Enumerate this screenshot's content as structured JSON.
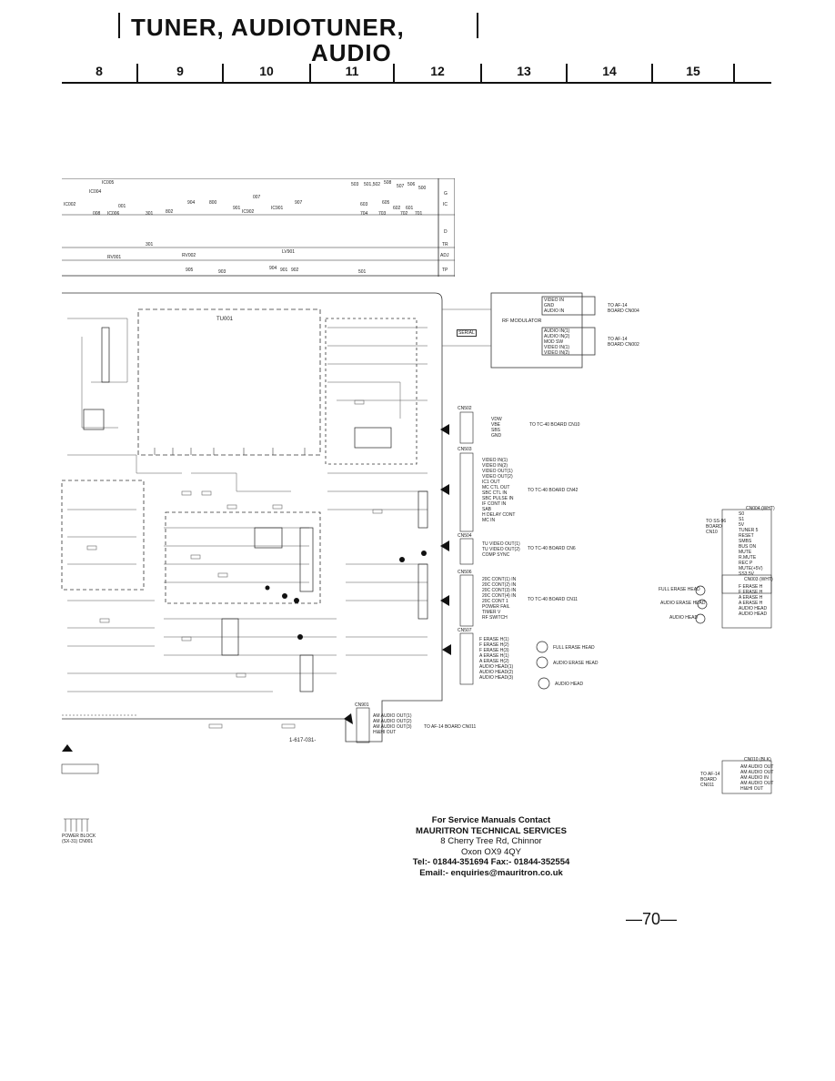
{
  "header": {
    "title_left": "TUNER, AUDIO",
    "title_right": "TUNER, AUDIO",
    "grid_columns": [
      "8",
      "9",
      "10",
      "11",
      "12",
      "13",
      "14",
      "15"
    ]
  },
  "parts_index": {
    "row_labels": [
      "G",
      "IC",
      "D",
      "TR",
      "ADJ",
      "TP"
    ],
    "refs_row_g": [
      "IC005",
      "IC004",
      "503",
      "501,502",
      "508",
      "507",
      "506",
      "500"
    ],
    "refs_row_ic": [
      "IC002",
      "001",
      "904",
      "800",
      "007",
      "907",
      "603",
      "605",
      "602",
      "601"
    ],
    "refs_row_d": [
      "008",
      "IC006",
      "301",
      "802",
      "901",
      "IC902",
      "IC901",
      "704",
      "703",
      "702",
      "701"
    ],
    "refs_row_tr": [
      "301",
      "RV002",
      "LV901",
      "RV001"
    ],
    "refs_row_tp": [
      "905",
      "903",
      "904",
      "901",
      "902",
      "501"
    ]
  },
  "schematic": {
    "tuner_label": "TU001",
    "rf_modulator": {
      "title": "RF MODULATOR",
      "pins_top": [
        "VIDEO IN",
        "GND",
        "AUDIO IN"
      ],
      "pins_bottom": [
        "AUDIO IN(1)",
        "AUDIO IN(2)",
        "MOD SW",
        "VIDEO IN(1)",
        "VIDEO IN(2)"
      ],
      "to_top": "TO AF-14 BOARD CN004",
      "to_bottom": "TO AF-14 BOARD CN002",
      "serial_label": "SERIAL"
    },
    "connectors_middle": [
      {
        "name": "CN502",
        "pins": [
          "VDW",
          "VBE",
          "SBS",
          "GND"
        ],
        "to": "TO TC-40 BOARD CN10"
      },
      {
        "name": "CN503",
        "pins": [
          "VIDEO IN(1)",
          "VIDEO IN(2)",
          "VIDEO OUT(1)",
          "VIDEO OUT(2)",
          "IC1 OUT",
          "MC CTL OUT",
          "SBC CTL IN",
          "SBC PULSE IN",
          "IF CONT IN",
          "SAB",
          "H DELAY CONT",
          "MC IN"
        ],
        "to": "TO TC-40 BOARD CN42"
      },
      {
        "name": "CN504",
        "pins": [
          "TU VIDEO OUT(1)",
          "TU VIDEO OUT(2)",
          "COMP SYNC"
        ],
        "to": "TO TC-40 BOARD CN6"
      },
      {
        "name": "CN506",
        "pins": [
          "20C CONT(1) IN",
          "20C CONT(2) IN",
          "20C CONT(3) IN",
          "20C CONT(4) IN",
          "20C CONT 1",
          "POWER FAIL",
          "TIMER V",
          "RF SWITCH"
        ],
        "to": "TO TC-40 BOARD CN11"
      },
      {
        "name": "CN507",
        "pins": [
          "F ERASE H(1)",
          "F ERASE H(2)",
          "F ERASE H(3)",
          "A ERASE H(1)",
          "A ERASE H(2)",
          "AUDIO HEAD(1)",
          "AUDIO HEAD(2)",
          "AUDIO HEAD(3)"
        ],
        "to": ""
      },
      {
        "name": "CN901",
        "pins": [
          "AM AUDIO OUT(1)",
          "AM AUDIO OUT(2)",
          "AM AUDIO OUT(3)",
          "HI&HI OUT"
        ],
        "to": "TO AF-14 BOARD CN011"
      }
    ],
    "heads": [
      "FULL ERASE HEAD",
      "AUDIO ERASE HEAD",
      "AUDIO HEAD"
    ],
    "right_block": {
      "name": "CN004 (WHT)",
      "pins": [
        "S0",
        "S1",
        "5V",
        "TUNER 5",
        "RESET",
        "SMBS",
        "BUS ON",
        "MUTE",
        "R.MUTE",
        "REC P",
        "MUTE(+5V)",
        "SS3.5V"
      ],
      "to": "TO SS-96 BOARD CN10"
    },
    "right_block2": {
      "name": "CN003 (WHT)",
      "pins": [
        "F ERASE H",
        "F ERASE H",
        "A ERASE H",
        "A ERASE H",
        "AUDIO HEAD",
        "AUDIO HEAD"
      ]
    },
    "right_block3": {
      "name": "CN010 (BLK)",
      "pins": [
        "AM AUDIO OUT",
        "AM AUDIO OUT",
        "AM AUDIO IN",
        "AM AUDIO OUT",
        "HI&HI OUT"
      ],
      "to": "TO AF-14 BOARD CN011"
    },
    "board_code": "1-617-031-",
    "power_block": "POWER BLOCK (SX-31) CN001"
  },
  "contact": {
    "line1": "For Service Manuals Contact",
    "line2": "MAURITRON TECHNICAL SERVICES",
    "line3": "8 Cherry Tree Rd, Chinnor",
    "line4": "Oxon OX9 4QY",
    "line5": "Tel:- 01844-351694 Fax:- 01844-352554",
    "line6": "Email:- enquiries@mauritron.co.uk"
  },
  "page_number": "—70—"
}
